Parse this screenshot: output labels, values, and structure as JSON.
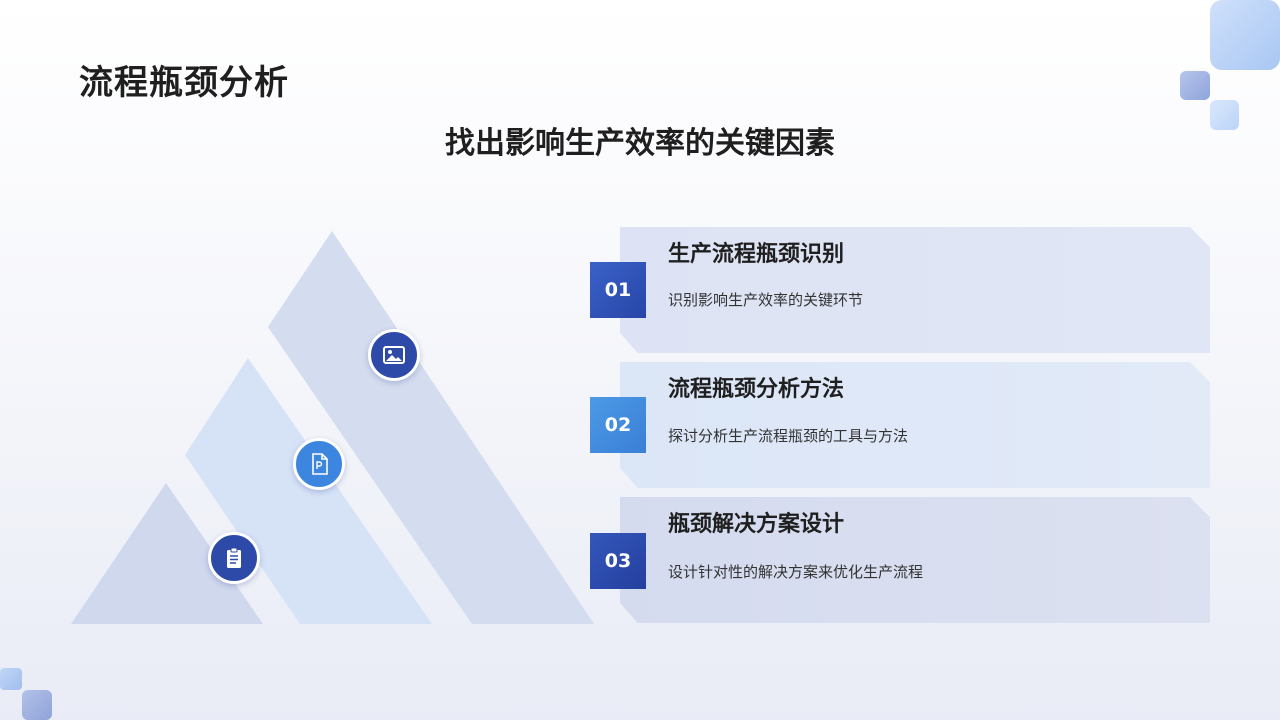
{
  "slide": {
    "title": "流程瓶颈分析",
    "subtitle": "找出影响生产效率的关键因素"
  },
  "items": [
    {
      "number": "01",
      "title": "生产流程瓶颈识别",
      "description": "识别影响生产效率的关键环节",
      "icon": "image-icon"
    },
    {
      "number": "02",
      "title": "流程瓶颈分析方法",
      "description": "探讨分析生产流程瓶颈的工具与方法",
      "icon": "document-icon"
    },
    {
      "number": "03",
      "title": "瓶颈解决方案设计",
      "description": "设计针对性的解决方案来优化生产流程",
      "icon": "clipboard-icon"
    }
  ],
  "colors": {
    "accent_dark": "#2d4aa8",
    "accent_light": "#3c86df",
    "card_bg": "#dde3f4",
    "text": "#1f1f1f"
  }
}
